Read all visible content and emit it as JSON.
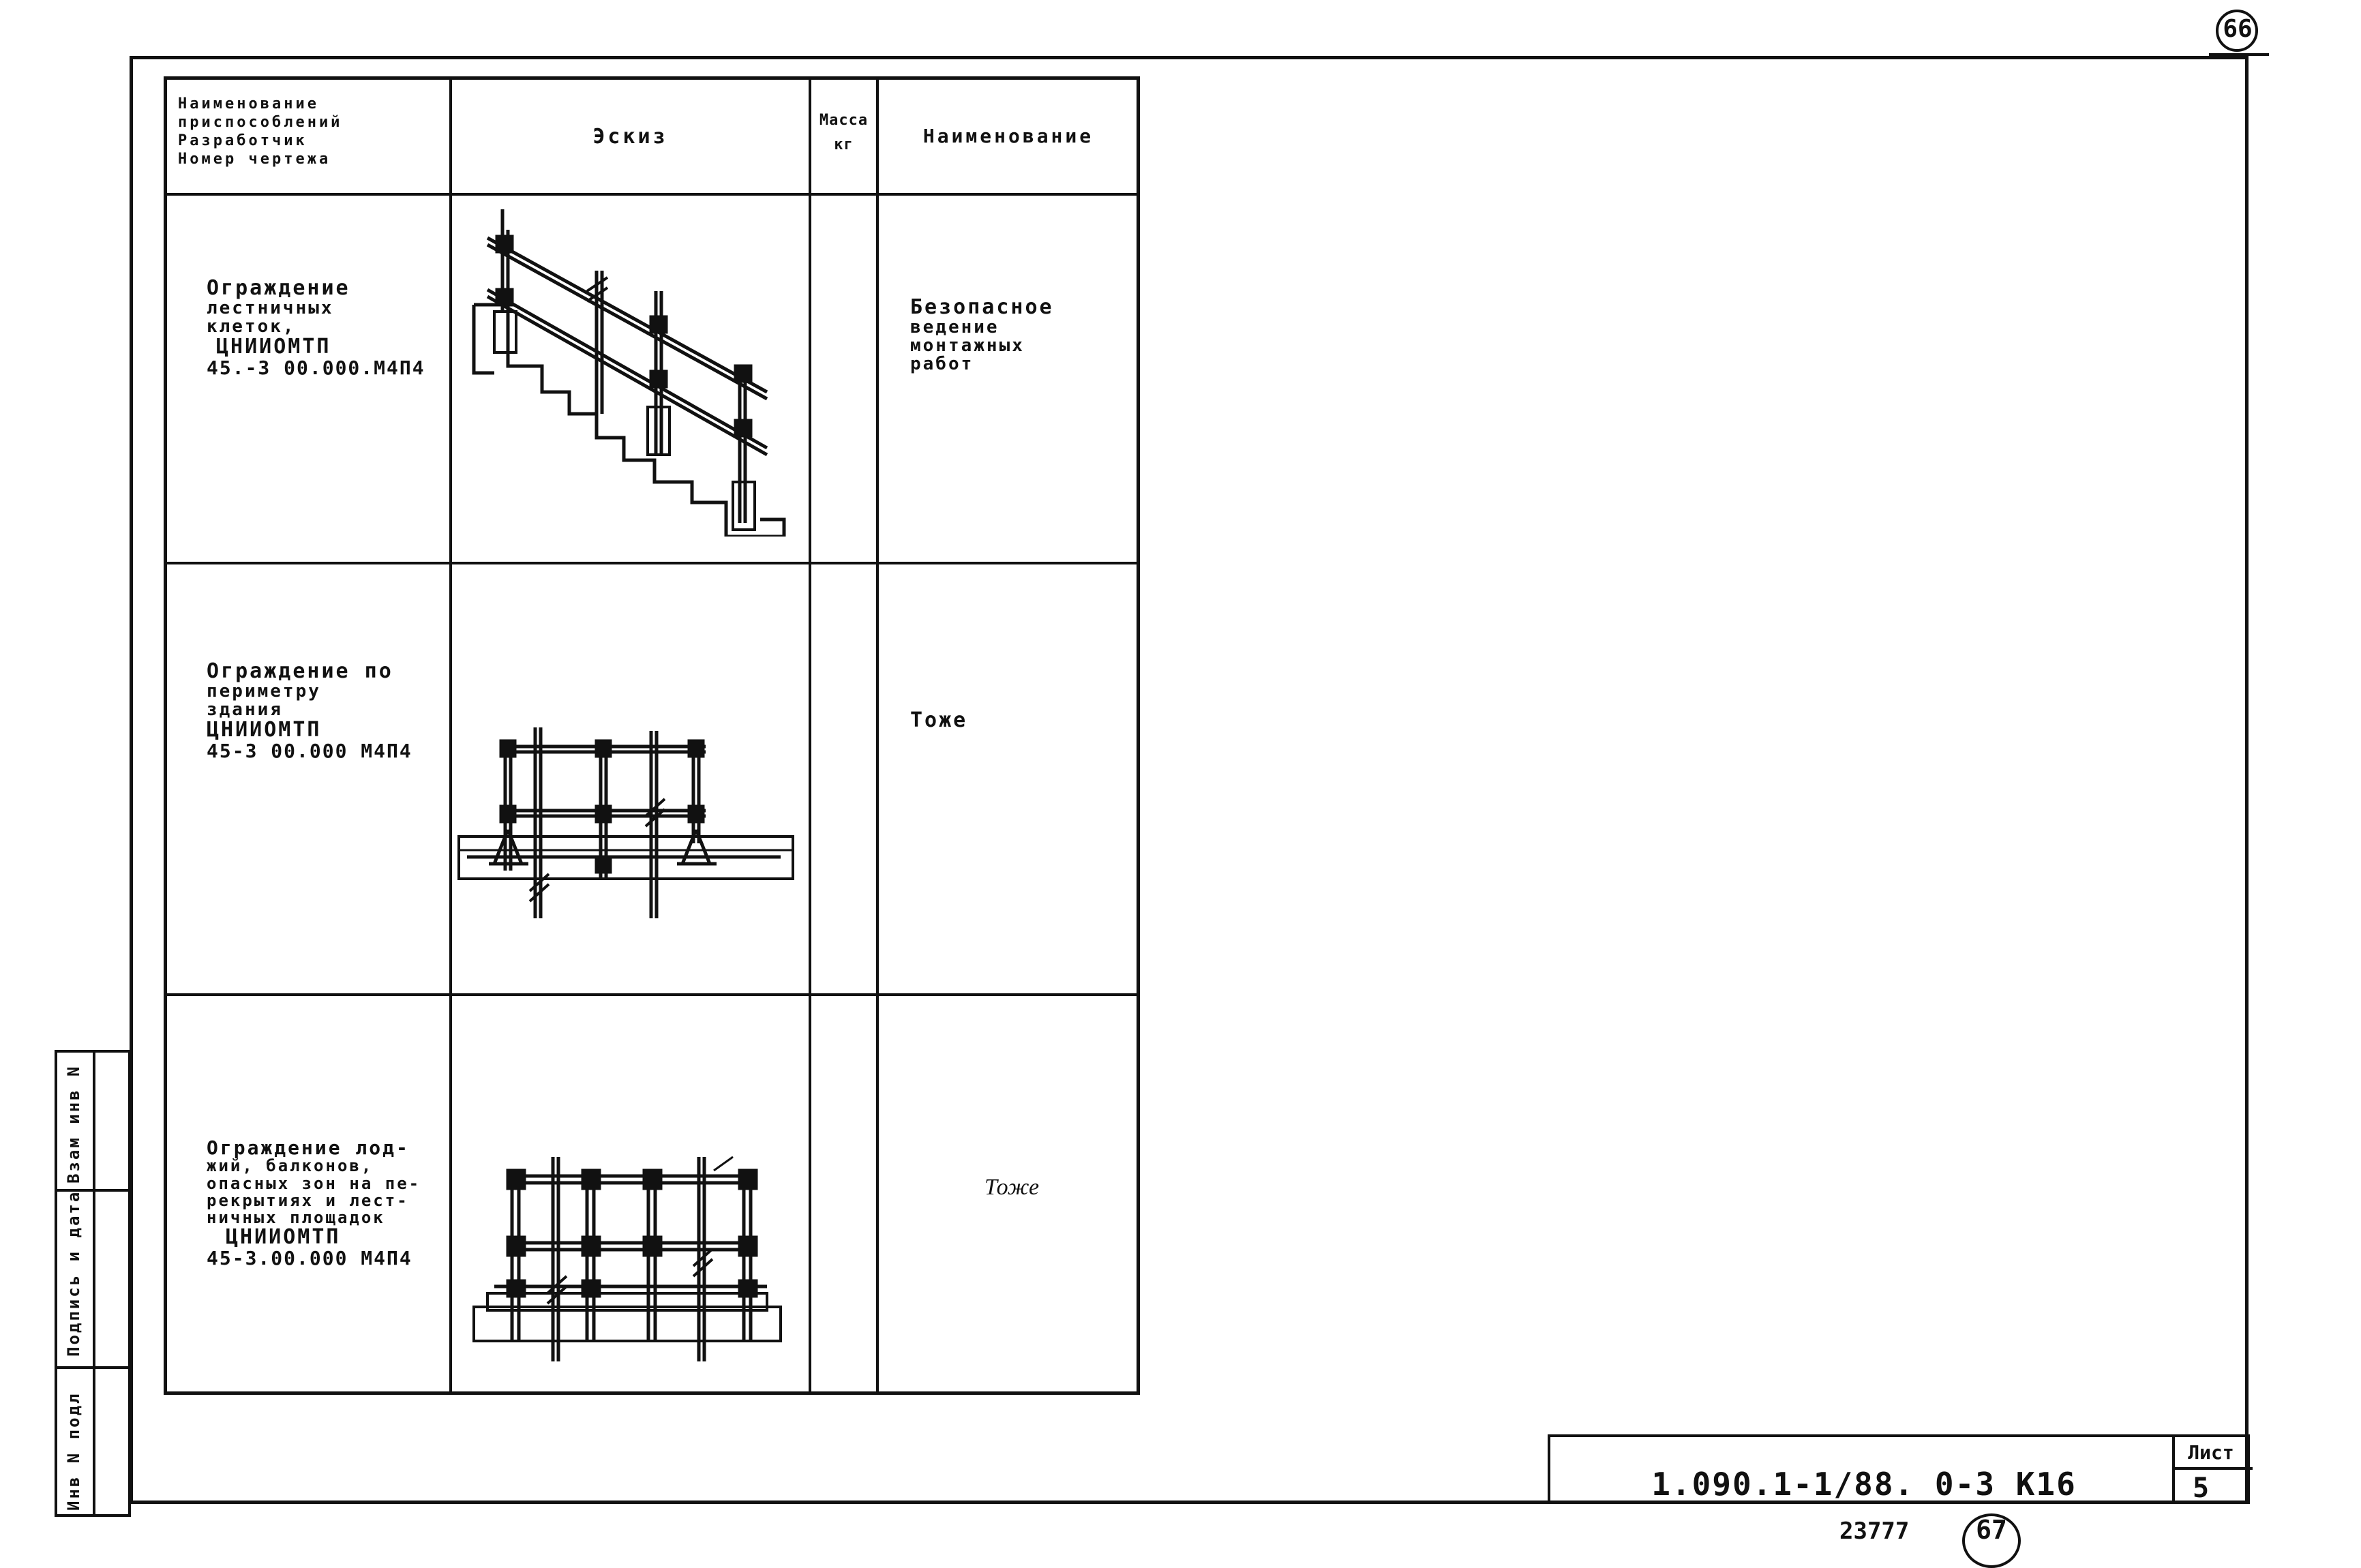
{
  "sheet_mark": "66",
  "table": {
    "headers": {
      "col1": [
        "Наименование",
        "приспособлений",
        "Разработчик",
        "Номер чертежа"
      ],
      "col2": "Эскиз",
      "col3": [
        "Масса",
        "кг"
      ],
      "col4": "Наименование"
    },
    "rows": [
      {
        "name_lines": [
          "Ограждение",
          "лестничных",
          "клеток,"
        ],
        "developer": "ЦНИИОМТП",
        "drawing_no": "45.-3 00.000.М4П4",
        "purpose_lines": [
          "Безопасное",
          "ведение",
          "монтажных",
          "работ"
        ]
      },
      {
        "name_lines": [
          "Ограждение по",
          "периметру",
          "здания"
        ],
        "developer": "ЦНИИОМТП",
        "drawing_no": "45-3 00.000 М4П4",
        "purpose_lines": [
          "Тоже"
        ]
      },
      {
        "name_lines": [
          "Ограждение лод-",
          "жий, балконов,",
          "опасных зон на пе-",
          "рекрытиях и лест-",
          "ничных площадок"
        ],
        "developer": "ЦНИИОМТП",
        "drawing_no": "45-3.00.000 М4П4",
        "purpose_lines": [
          "Тоже"
        ]
      }
    ]
  },
  "side_stamp": {
    "fields": [
      "Инв N подл",
      "Подпись и дата",
      "Взам инв N"
    ]
  },
  "title_block": {
    "doc_code": "1.090.1-1/88. 0-3 К16",
    "sheet_label": "Лист",
    "sheet_number": "5"
  },
  "footer": {
    "archive_no": "23777",
    "page_mark": "67"
  }
}
